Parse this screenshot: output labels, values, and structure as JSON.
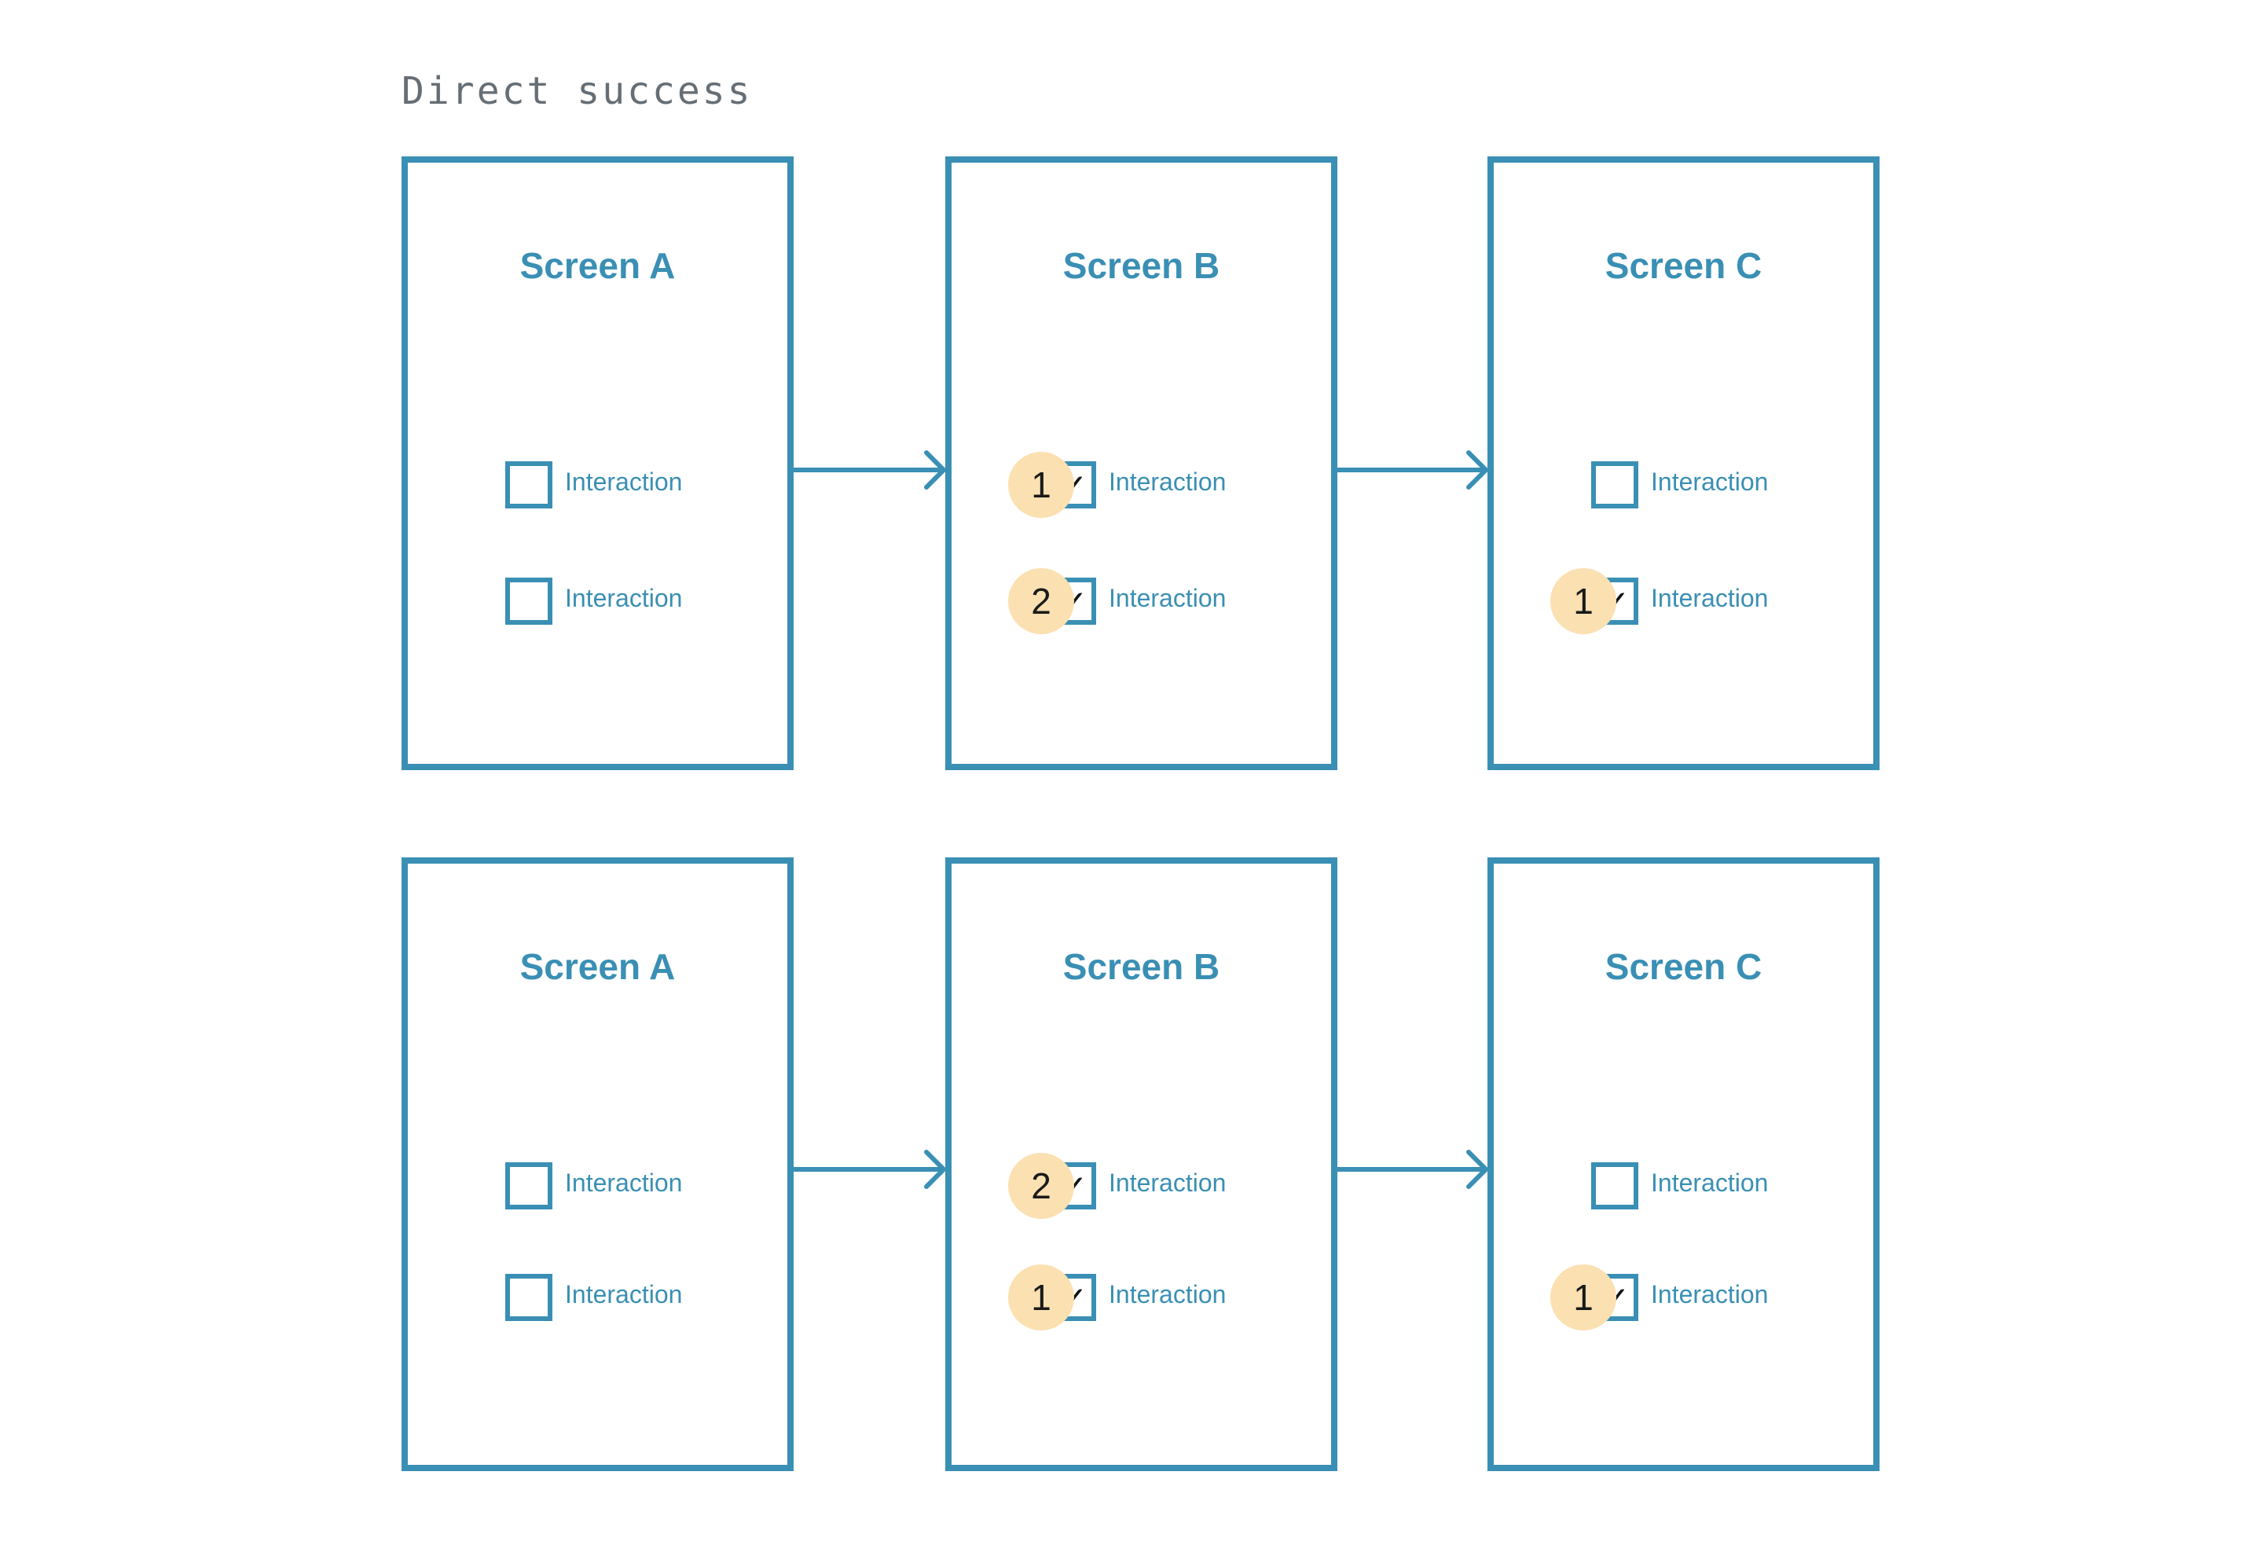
{
  "title": "Direct success",
  "colors": {
    "accent": "#3a8fb4",
    "badge": "#fbe0b1",
    "check": "#111111",
    "title_text": "#666e75"
  },
  "check_glyph": "✓",
  "flows": [
    {
      "screens": [
        {
          "title": "Screen A",
          "items": [
            {
              "label": "Interaction",
              "checked": false,
              "badge": ""
            },
            {
              "label": "Interaction",
              "checked": false,
              "badge": ""
            }
          ]
        },
        {
          "title": "Screen B",
          "items": [
            {
              "label": "Interaction",
              "checked": true,
              "badge": "1"
            },
            {
              "label": "Interaction",
              "checked": true,
              "badge": "2"
            }
          ]
        },
        {
          "title": "Screen C",
          "items": [
            {
              "label": "Interaction",
              "checked": false,
              "badge": ""
            },
            {
              "label": "Interaction",
              "checked": true,
              "badge": "1"
            }
          ]
        }
      ]
    },
    {
      "screens": [
        {
          "title": "Screen A",
          "items": [
            {
              "label": "Interaction",
              "checked": false,
              "badge": ""
            },
            {
              "label": "Interaction",
              "checked": false,
              "badge": ""
            }
          ]
        },
        {
          "title": "Screen B",
          "items": [
            {
              "label": "Interaction",
              "checked": true,
              "badge": "2"
            },
            {
              "label": "Interaction",
              "checked": true,
              "badge": "1"
            }
          ]
        },
        {
          "title": "Screen C",
          "items": [
            {
              "label": "Interaction",
              "checked": false,
              "badge": ""
            },
            {
              "label": "Interaction",
              "checked": true,
              "badge": "1"
            }
          ]
        }
      ]
    }
  ]
}
